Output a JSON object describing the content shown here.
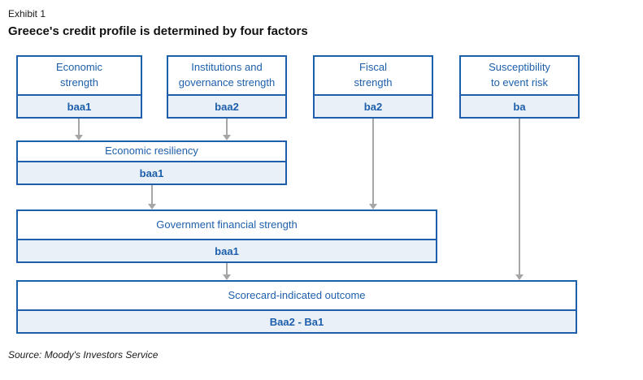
{
  "exhibit_label": "Exhibit 1",
  "title": "Greece's credit profile is determined by four factors",
  "source": "Source: Moody's Investors Service",
  "colors": {
    "box_border": "#1d5fab",
    "text_blue": "#1d5fab",
    "value_bg": "#e9f0f8",
    "arrow": "#a6a6a6"
  },
  "factors": [
    {
      "label": "Economic\nstrength",
      "value": "baa1"
    },
    {
      "label": "Institutions and\ngovernance strength",
      "value": "baa2"
    },
    {
      "label": "Fiscal\nstrength",
      "value": "ba2"
    },
    {
      "label": "Susceptibility\nto event risk",
      "value": "ba"
    }
  ],
  "intermediate": [
    {
      "label": "Economic resiliency",
      "value": "baa1"
    },
    {
      "label": "Government financial strength",
      "value": "baa1"
    }
  ],
  "outcome": {
    "label": "Scorecard-indicated outcome",
    "value": "Baa2 - Ba1"
  }
}
